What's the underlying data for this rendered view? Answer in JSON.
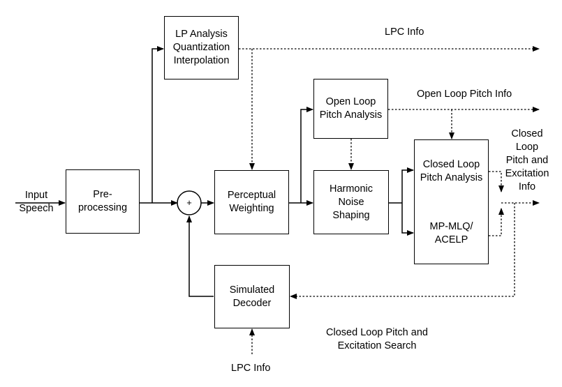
{
  "blocks": {
    "lp_analysis": "LP Analysis\nQuantization\nInterpolation",
    "preprocessing": "Pre-\nprocessing",
    "summer": "+",
    "perceptual": "Perceptual\nWeighting",
    "open_loop": "Open Loop\nPitch Analysis",
    "harmonic": "Harmonic\nNoise\nShaping",
    "closed_loop": "Closed Loop\nPitch Analysis",
    "mpmlq": "MP-MLQ/\nACELP",
    "simulated": "Simulated\nDecoder"
  },
  "labels": {
    "input_speech": "Input\nSpeech",
    "lpc_info_top": "LPC Info",
    "open_loop_pitch_info": "Open Loop Pitch Info",
    "closed_loop_info": "Closed\nLoop\nPitch and\nExcitation\nInfo",
    "closed_loop_search": "Closed Loop Pitch and\nExcitation Search",
    "lpc_info_bottom": "LPC Info"
  }
}
